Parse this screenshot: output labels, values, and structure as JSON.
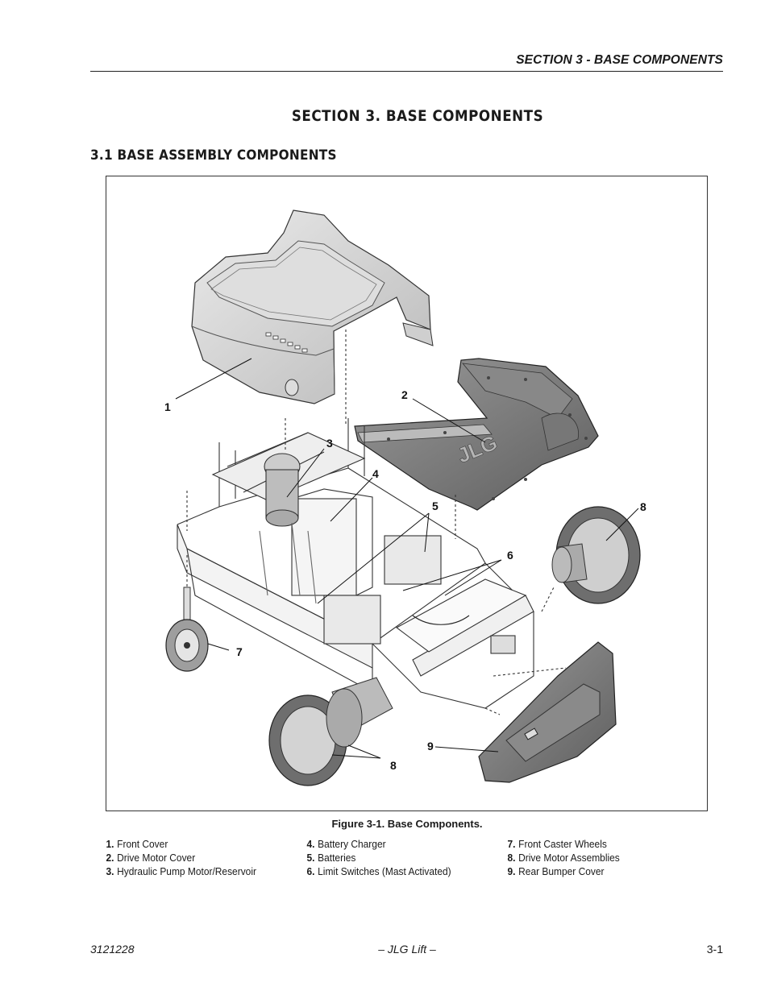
{
  "header": {
    "running_head": "SECTION 3 - BASE COMPONENTS"
  },
  "section": {
    "title": "SECTION 3.  BASE COMPONENTS",
    "subtitle": "3.1   BASE ASSEMBLY COMPONENTS"
  },
  "figure": {
    "caption": "Figure 3-1.  Base Components.",
    "callouts": [
      "1",
      "2",
      "3",
      "4",
      "5",
      "6",
      "7",
      "8",
      "8",
      "9"
    ]
  },
  "legend": {
    "col1": [
      {
        "num": "1.",
        "label": "Front Cover"
      },
      {
        "num": "2.",
        "label": "Drive Motor Cover"
      },
      {
        "num": "3.",
        "label": "Hydraulic Pump Motor/Reservoir"
      }
    ],
    "col2": [
      {
        "num": "4.",
        "label": "Battery Charger"
      },
      {
        "num": "5.",
        "label": "Batteries"
      },
      {
        "num": "6.",
        "label": "Limit Switches (Mast Activated)"
      }
    ],
    "col3": [
      {
        "num": "7.",
        "label": "Front Caster Wheels"
      },
      {
        "num": "8.",
        "label": "Drive Motor Assemblies"
      },
      {
        "num": "9.",
        "label": "Rear Bumper Cover"
      }
    ]
  },
  "footer": {
    "doc_number": "3121228",
    "center": "– JLG Lift –",
    "page": "3-1"
  },
  "cover_logo": "JLG"
}
